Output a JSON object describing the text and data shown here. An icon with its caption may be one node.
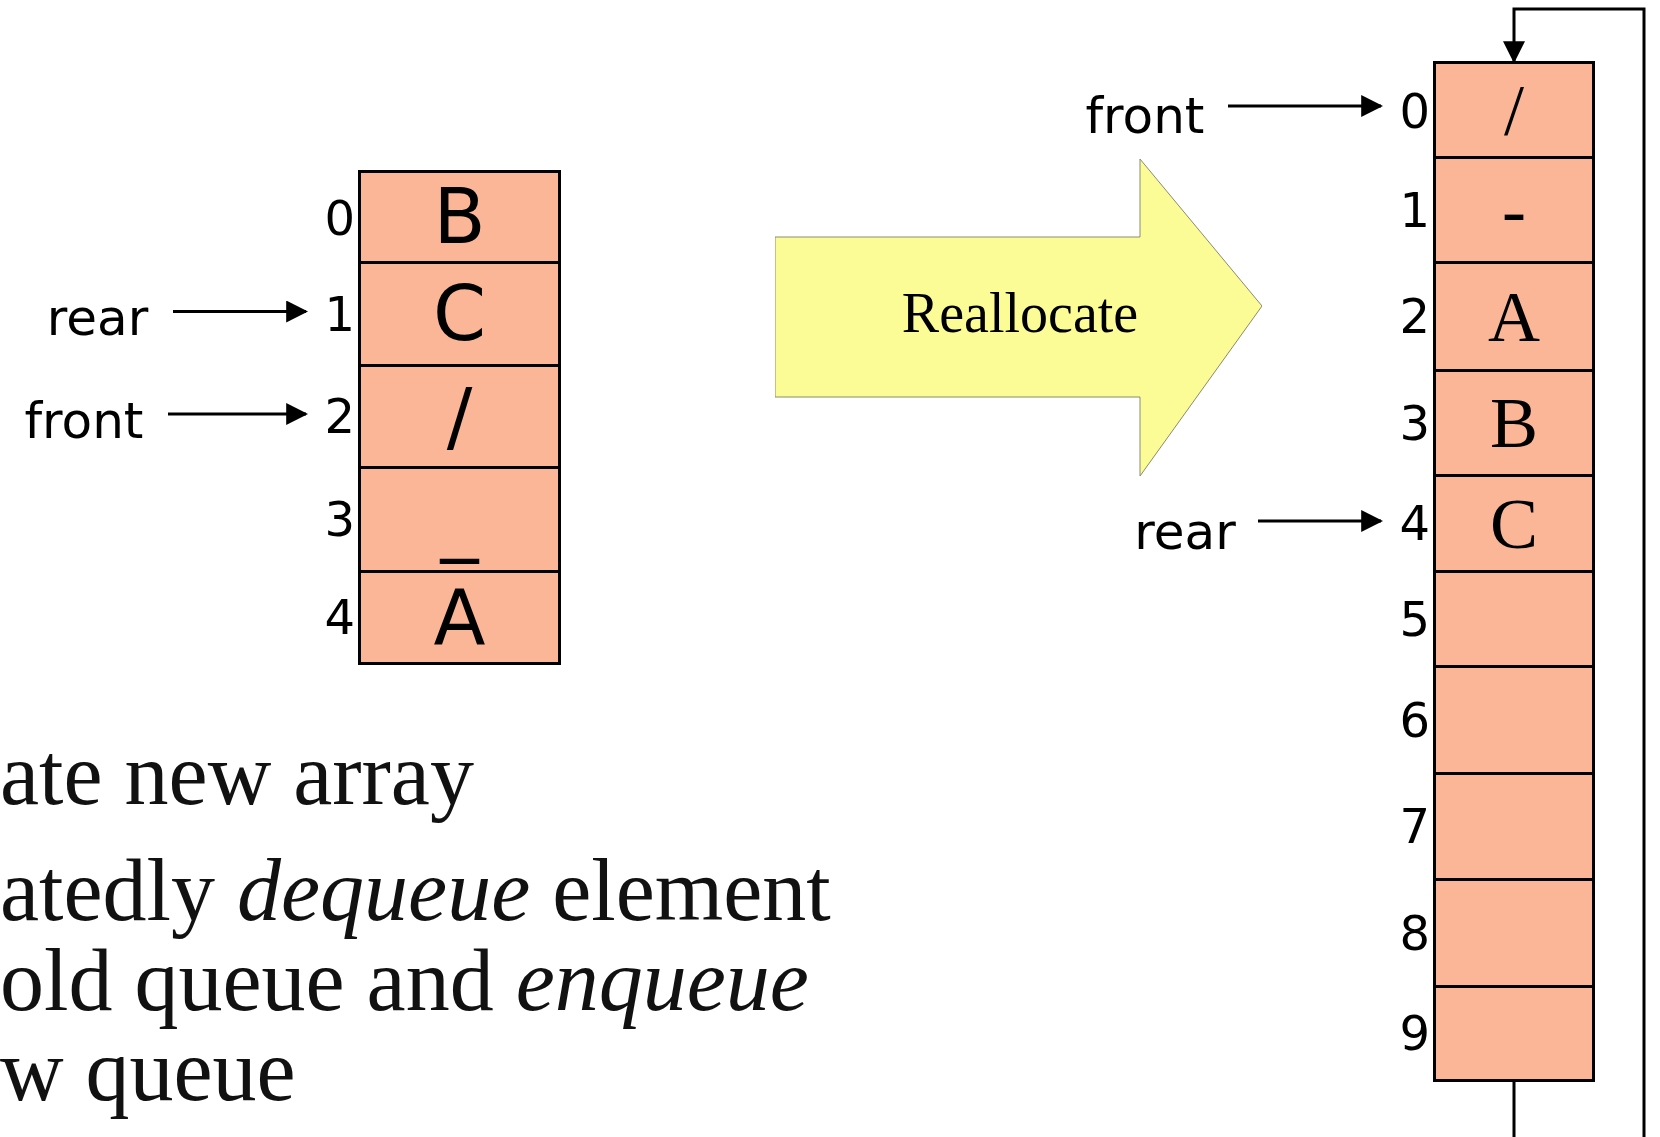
{
  "diagram": {
    "nodes": [
      {
        "text": [
          "B"
        ],
        "beside": [
          "0"
        ]
      },
      {
        "text": [
          "C"
        ],
        "beside": [
          "1"
        ]
      },
      {
        "text": [
          "/"
        ],
        "beside": [
          "2"
        ]
      },
      {
        "text": [
          "_"
        ],
        "beside": [
          "3"
        ]
      },
      {
        "text": [
          "A"
        ],
        "beside": [
          "4"
        ]
      },
      {
        "text": [
          "rear"
        ]
      },
      {
        "text": [
          "front"
        ]
      },
      {
        "text": [
          "Reallocate"
        ]
      },
      {
        "text": [
          "front"
        ]
      },
      {
        "text": [
          "/"
        ],
        "beside": [
          "0"
        ]
      },
      {
        "text": [
          "-"
        ],
        "beside": [
          "1"
        ]
      },
      {
        "text": [
          "A"
        ],
        "beside": [
          "2"
        ]
      },
      {
        "text": [
          "B"
        ],
        "beside": [
          "3"
        ]
      },
      {
        "text": [
          "C"
        ],
        "beside": [
          "4"
        ]
      },
      {
        "text": [],
        "shape": "box",
        "beside": [
          "5"
        ]
      },
      {
        "text": [],
        "shape": "box",
        "beside": [
          "6"
        ]
      },
      {
        "text": [],
        "shape": "box",
        "beside": [
          "7"
        ]
      },
      {
        "text": [],
        "shape": "box",
        "beside": [
          "8"
        ]
      },
      {
        "text": [],
        "shape": "box",
        "beside": [
          "9"
        ]
      },
      {
        "text": [
          "rear"
        ]
      }
    ],
    "edges": [
      {
        "from": 5,
        "to": 1,
        "arrow": "to"
      },
      {
        "from": 6,
        "to": 2,
        "arrow": "to"
      },
      {
        "from": 8,
        "to": 9,
        "arrow": "to"
      },
      {
        "from": 19,
        "to": 13,
        "arrow": "to"
      },
      {
        "from": 18,
        "to": 9,
        "arrow": "to"
      }
    ],
    "labels": [
      "ate new array",
      "atedly *dequeue* element old queue and *enqueue* w queue"
    ]
  }
}
